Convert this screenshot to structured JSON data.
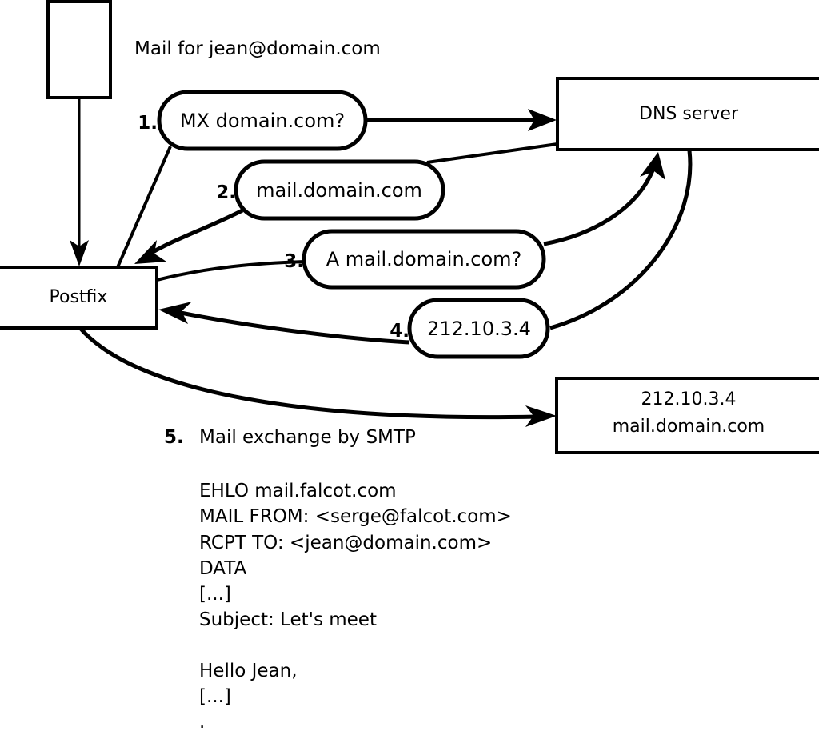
{
  "diagram": {
    "title": "Mail for jean@domain.com",
    "nodes": {
      "client": {
        "label": ""
      },
      "postfix": {
        "label": "Postfix"
      },
      "dns": {
        "label": "DNS server"
      },
      "mailserver": {
        "line1": "212.10.3.4",
        "line2": "mail.domain.com"
      }
    },
    "steps": [
      {
        "num": "1.",
        "label": "MX domain.com?"
      },
      {
        "num": "2.",
        "label": "mail.domain.com"
      },
      {
        "num": "3.",
        "label": "A mail.domain.com?"
      },
      {
        "num": "4.",
        "label": "212.10.3.4"
      }
    ],
    "step5": {
      "num": "5.",
      "label": "Mail exchange by SMTP"
    },
    "smtp_transcript": [
      "EHLO mail.falcot.com",
      "MAIL FROM: <serge@falcot.com>",
      "RCPT TO: <jean@domain.com>",
      "DATA",
      "[...]",
      "Subject: Let's meet",
      "",
      "Hello Jean,",
      "[...]",
      "."
    ],
    "colors": {
      "stroke": "#000000",
      "fill": "#ffffff"
    }
  }
}
